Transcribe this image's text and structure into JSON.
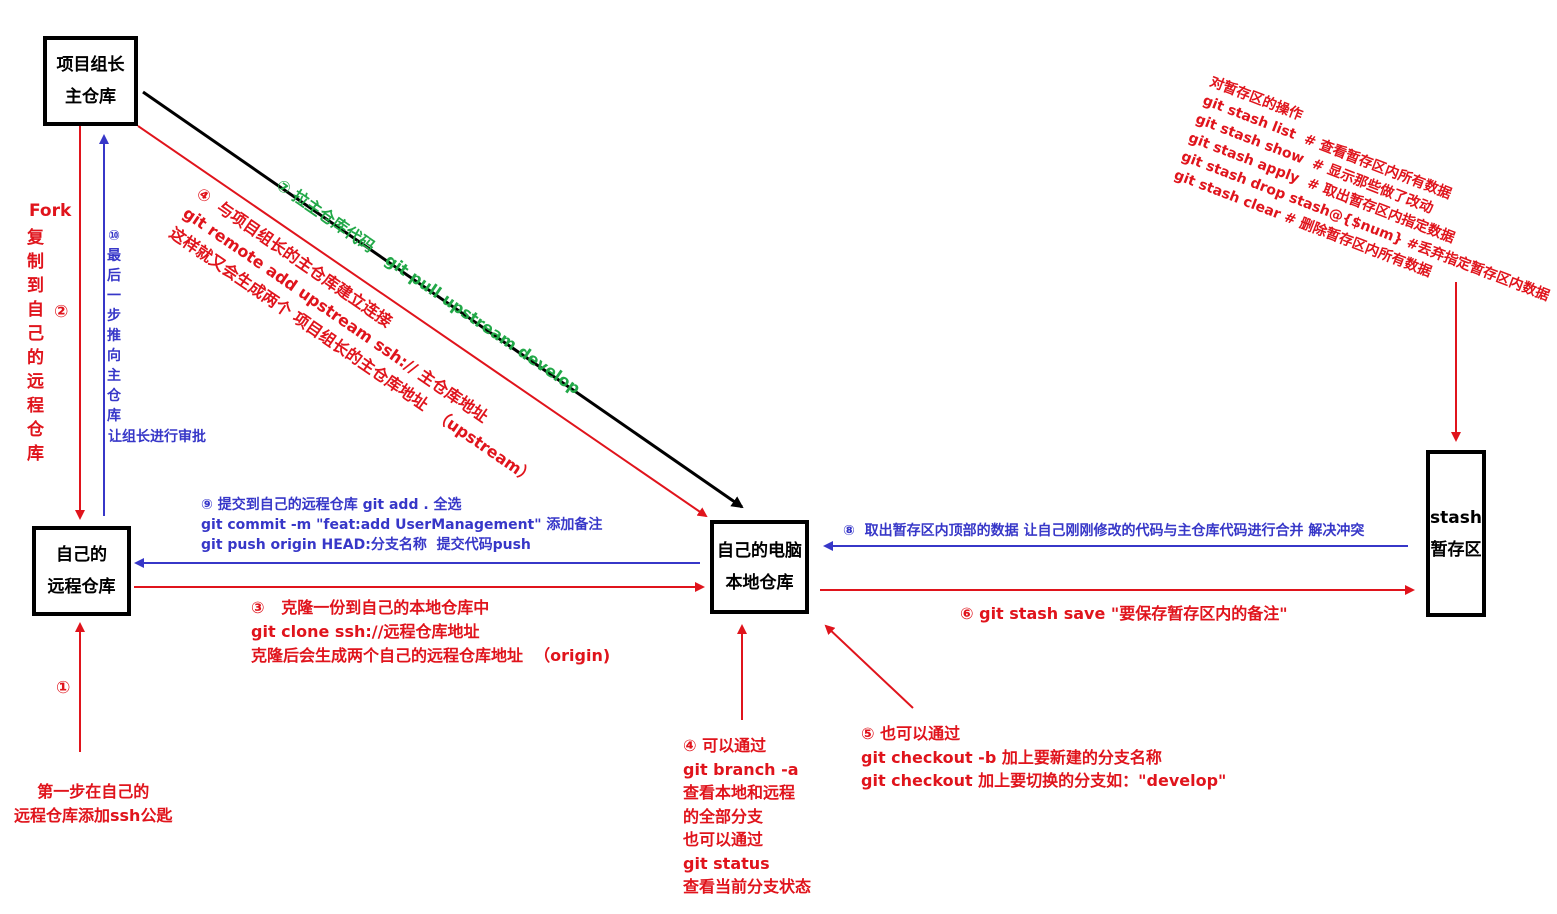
{
  "nodes": {
    "main_repo": {
      "line1": "项目组长",
      "line2": "主仓库"
    },
    "own_remote": {
      "line1": "自己的",
      "line2": "远程仓库"
    },
    "local": {
      "line1": "自己的电脑",
      "line2": "本地仓库"
    },
    "stash": {
      "line1": "stash",
      "line2": "暂存区"
    }
  },
  "labels": {
    "fork": "Fork",
    "fork_vertical": "复\n制\n到\n自\n己\n的\n远\n程\n仓\n库",
    "fork_num": "②",
    "push_back_vertical": "⑩\n最\n后\n一\n步\n推\n向\n主\n仓\n库",
    "push_back_tail": "让组长进行审批",
    "step1_num": "①",
    "step1_text": "第一步在自己的\n远程仓库添加ssh公匙",
    "step4_remote": "④  与项目组长的主仓库建立连接\ngit remote add upstream ssh:// 主仓库地址\n这样就又会生成两个 项目组长的主仓库地址  （upstream）",
    "step7": "⑦ 拉主仓库代码   git pull upstream develop",
    "step9": "⑨ 提交到自己的远程仓库 git add . 全选\ngit commit -m \"feat:add UserManagement\" 添加备注\ngit push origin HEAD:分支名称  提交代码push",
    "step3": "③   克隆一份到自己的本地仓库中\ngit clone ssh://远程仓库地址\n克隆后会生成两个自己的远程仓库地址  （origin)",
    "step4_branch": "④ 可以通过\ngit branch -a\n查看本地和远程\n的全部分支\n也可以通过\ngit status\n查看当前分支状态",
    "step5": "⑤ 也可以通过\ngit checkout -b 加上要新建的分支名称\ngit checkout 加上要切换的分支如：\"develop\"",
    "step8": "⑧  取出暂存区内顶部的数据 让自己刚刚修改的代码与主仓库代码进行合并 解决冲突",
    "step6": "⑥ git stash save \"要保存暂存区内的备注\"",
    "stash_ops": "对暂存区的操作\ngit stash list  # 查看暂存区内所有数据\ngit stash show  # 显示那些做了改动\ngit stash apply  # 取出暂存区内指定数据\ngit stash drop stash@{$num} #丢弃指定暂存区内数据\ngit stash clear # 删除暂存区内所有数据"
  },
  "colors": {
    "red": "#e0141c",
    "blue": "#3737c8",
    "green": "#22a848",
    "black": "#000000"
  }
}
